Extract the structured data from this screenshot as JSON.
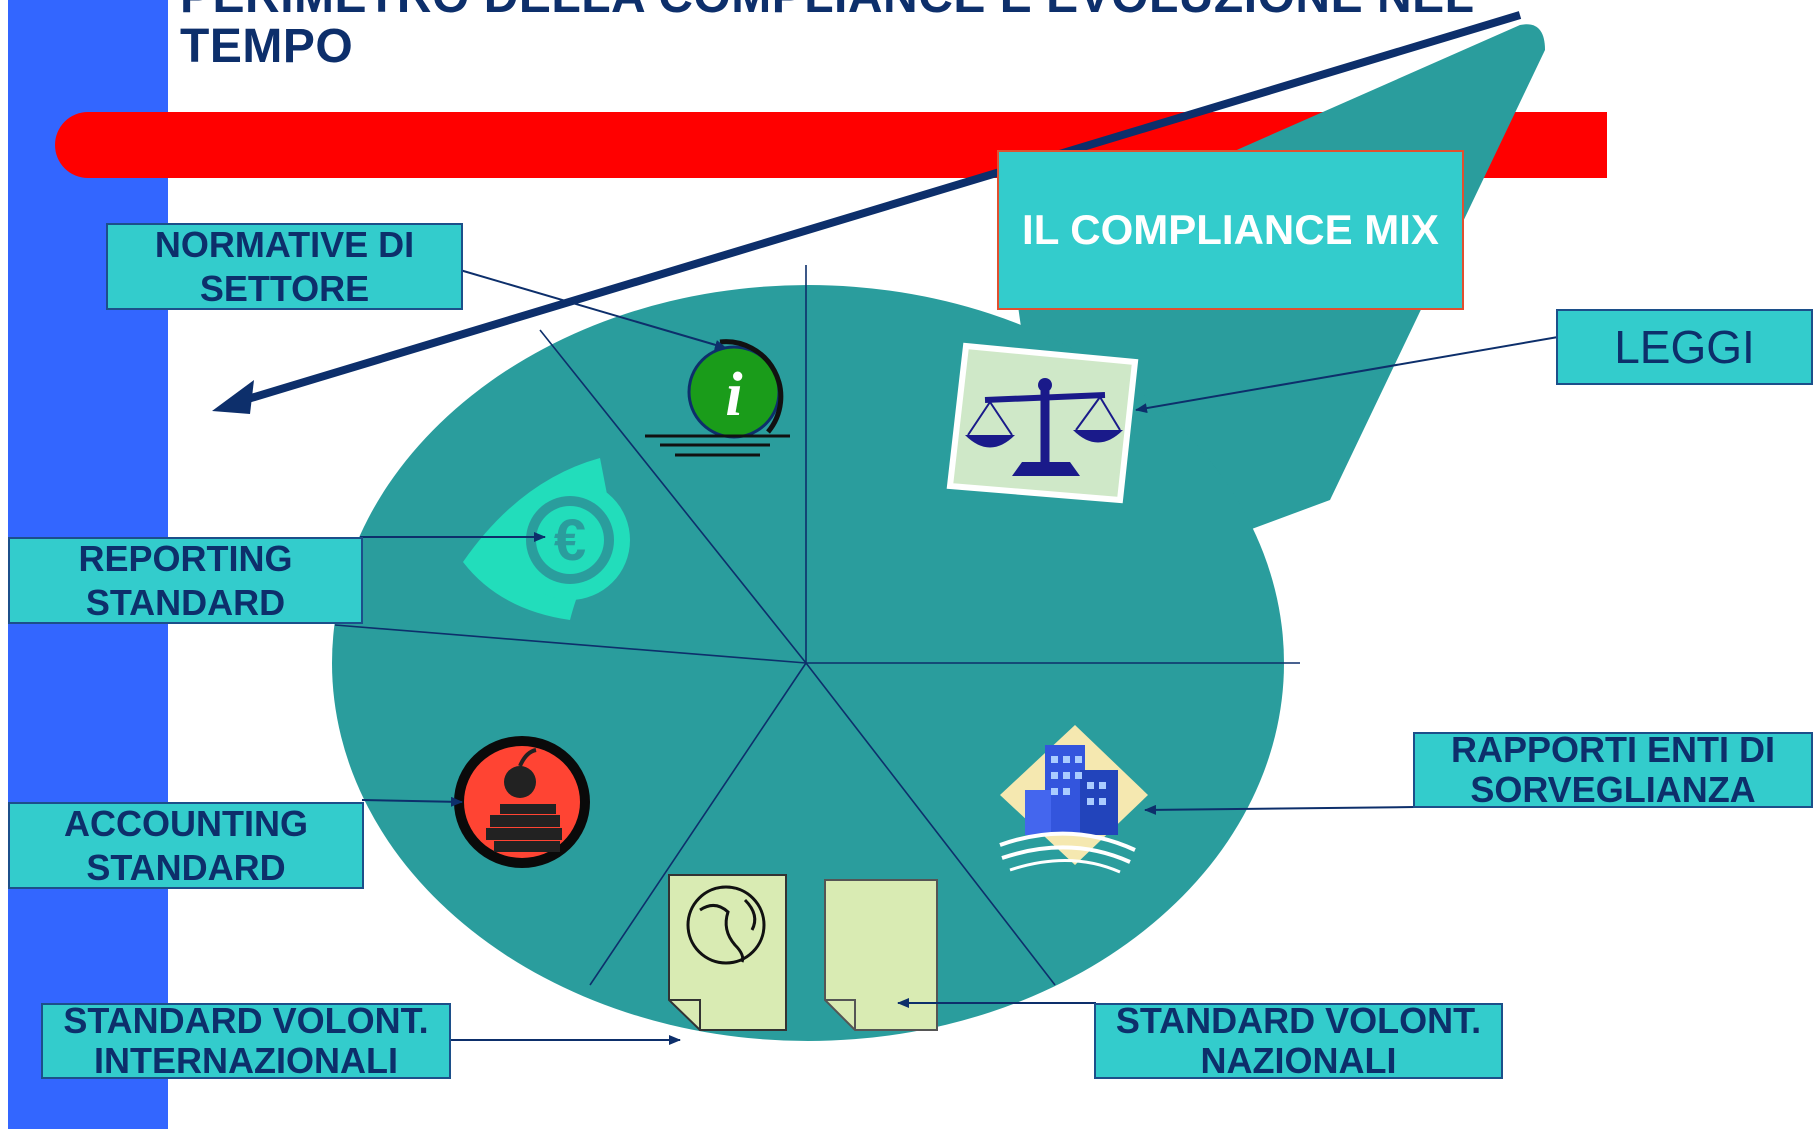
{
  "title": {
    "line1": "PERIMETRO DELLA COMPLIANCE E EVOLUZIONE NEL",
    "line2": "TEMPO"
  },
  "center_label": "IL COMPLIANCE MIX",
  "labels": {
    "normative_line1": "NORMATIVE DI",
    "normative_line2": "SETTORE",
    "reporting_line1": "REPORTING",
    "reporting_line2": "STANDARD",
    "accounting_line1": "ACCOUNTING",
    "accounting_line2": "STANDARD",
    "intl_line1": "STANDARD VOLONT.",
    "intl_line2": "INTERNAZIONALI",
    "naz_line1": "STANDARD VOLONT.",
    "naz_line2": "NAZIONALI",
    "leggi": "LEGGI",
    "rapporti_line1": "RAPPORTI ENTI DI",
    "rapporti_line2": "SORVEGLIANZA"
  },
  "icon_text": {
    "info_letter": "i",
    "euro_symbol": "€"
  },
  "colors": {
    "pie": "#2a9d9d",
    "label_fill": "#33cccc",
    "side_bar": "#3366ff",
    "red_bar": "#ff0000",
    "text": "#0d2f6b",
    "arrow": "#0d2f6b"
  }
}
